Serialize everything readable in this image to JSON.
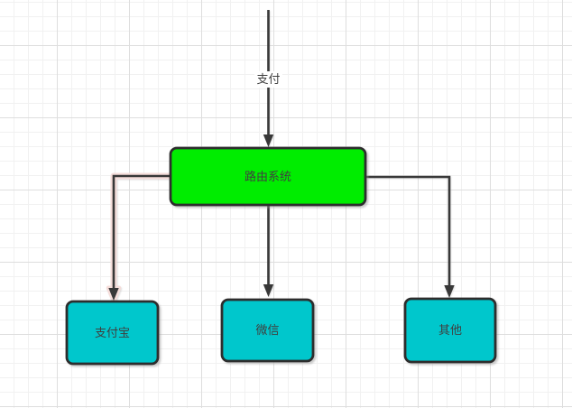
{
  "diagram": {
    "title": "payment-routing-flowchart",
    "nodes": {
      "router": {
        "label": "路由系统",
        "fill": "#00ed00",
        "shape": "rounded-rect"
      },
      "alipay": {
        "label": "支付宝",
        "fill": "#00c7cc",
        "shape": "rounded-rect"
      },
      "wechat": {
        "label": "微信",
        "fill": "#00c7cc",
        "shape": "rounded-rect"
      },
      "other": {
        "label": "其他",
        "fill": "#00c7cc",
        "shape": "rounded-rect"
      }
    },
    "edges": [
      {
        "from": "start",
        "to": "router",
        "label": "支付",
        "highlighted": false
      },
      {
        "from": "router",
        "to": "alipay",
        "label": "",
        "highlighted": true
      },
      {
        "from": "router",
        "to": "wechat",
        "label": "",
        "highlighted": false
      },
      {
        "from": "router",
        "to": "other",
        "label": "",
        "highlighted": false
      }
    ],
    "colors": {
      "node_border": "#2d2d2d",
      "edge_stroke": "#383838",
      "text": "#3f3f3f",
      "highlight_halo": "#f5ddda",
      "grid_minor": "#f1f1f1",
      "grid_major": "#dedede",
      "background": "#ffffff"
    }
  }
}
